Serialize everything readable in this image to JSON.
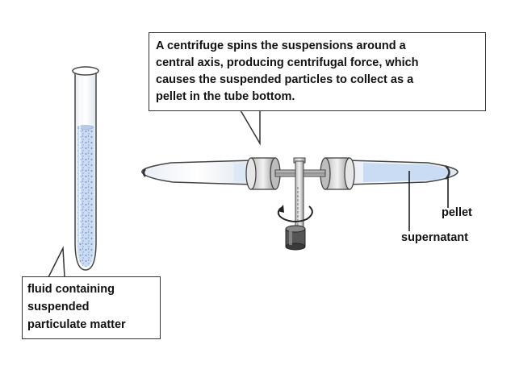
{
  "callouts": {
    "centrifuge_text": "A centrifuge spins the suspensions around a\ncentral axis, producing centrifugal force, which\ncauses the suspended particles to collect as a\npellet in the tube bottom.",
    "tube_text": "fluid containing\nsuspended\nparticulate matter"
  },
  "labels": {
    "pellet": "pellet",
    "supernatant": "supernatant"
  },
  "colors": {
    "fluid": "#c9dcf4",
    "particles": "#7a8fc4",
    "tube_outline": "#444444",
    "metal": "#9a9a9a"
  }
}
